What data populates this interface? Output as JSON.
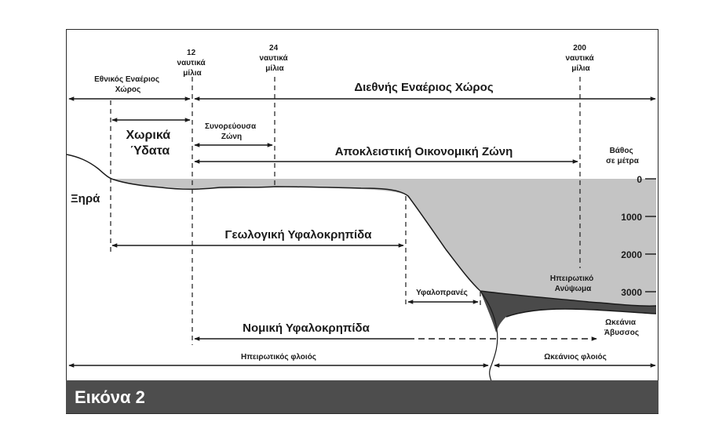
{
  "distances": {
    "nm12": [
      "12",
      "ναυτικά",
      "μίλια"
    ],
    "nm24": [
      "24",
      "ναυτικά",
      "μίλια"
    ],
    "nm200": [
      "200",
      "ναυτικά",
      "μίλια"
    ]
  },
  "zones": {
    "national_airspace": [
      "Εθνικός Εναέριος",
      "Χώρος"
    ],
    "international_airspace": "Διεθνής Εναέριος Χώρος",
    "territorial_waters": [
      "Χωρικά",
      "Ύδατα"
    ],
    "contiguous_zone": [
      "Συνορεύουσα",
      "Ζώνη"
    ],
    "eez": "Αποκλειστική Οικονομική Ζώνη"
  },
  "depth": {
    "title": [
      "Βάθος",
      "σε μέτρα"
    ],
    "ticks": [
      "0",
      "1000",
      "2000",
      "3000"
    ]
  },
  "features": {
    "land": "Ξηρά",
    "geological_shelf": "Γεωλογική Υφαλοκρηπίδα",
    "continental_slope": "Υφαλοπρανές",
    "continental_rise": [
      "Ηπειρωτικό",
      "Ανύψωμα"
    ],
    "legal_shelf": "Νομική Υφαλοκρηπίδα",
    "abyss": [
      "Ωκεάνια",
      "Άβυσσος"
    ],
    "continental_crust": "Ηπειρωτικός φλοιός",
    "oceanic_crust": "Ωκεάνιος φλοιός"
  },
  "caption": "Εικόνα 2",
  "colors": {
    "sea": "#c4c4c4",
    "rise": "#4a4a4a",
    "caption_bar": "#4d4d4d",
    "line": "#1a1a1a"
  }
}
